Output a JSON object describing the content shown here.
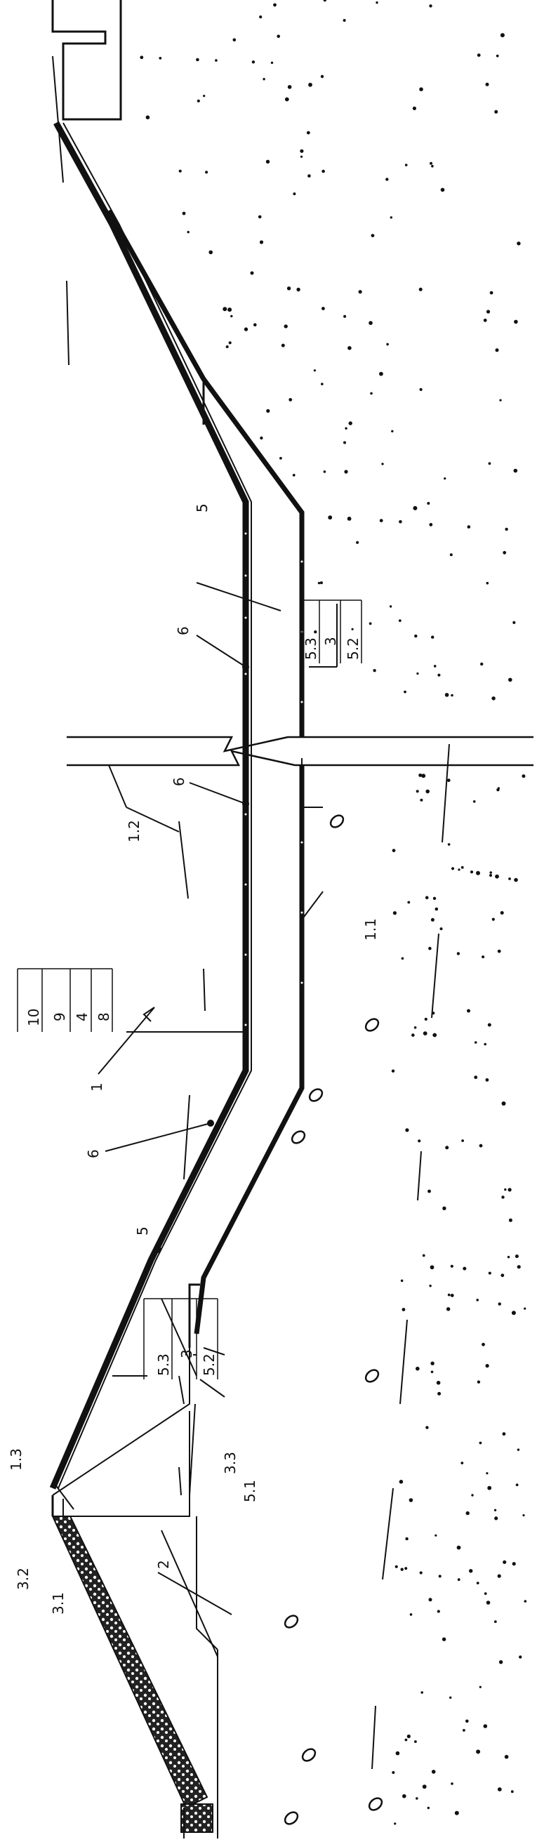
{
  "labels": {
    "l1": "1",
    "l1_1": "1.1",
    "l1_2": "1.2",
    "l1_3": "1.3",
    "l2": "2",
    "l3_1": "3.1",
    "l3_2": "3.2",
    "l3_3": "3.3",
    "l5_1": "5.1",
    "l5_upper": "5",
    "l5_lower": "5",
    "l6_a": "6",
    "l6_b": "6",
    "l6_c": "6"
  },
  "tables": {
    "upper": [
      "5.3",
      "3",
      "5.2"
    ],
    "middle": [
      "10",
      "9",
      "4",
      "8"
    ],
    "lower": [
      "5.3",
      "3",
      "5.2"
    ]
  },
  "colors": {
    "ink": "#111111",
    "paper": "#ffffff"
  }
}
